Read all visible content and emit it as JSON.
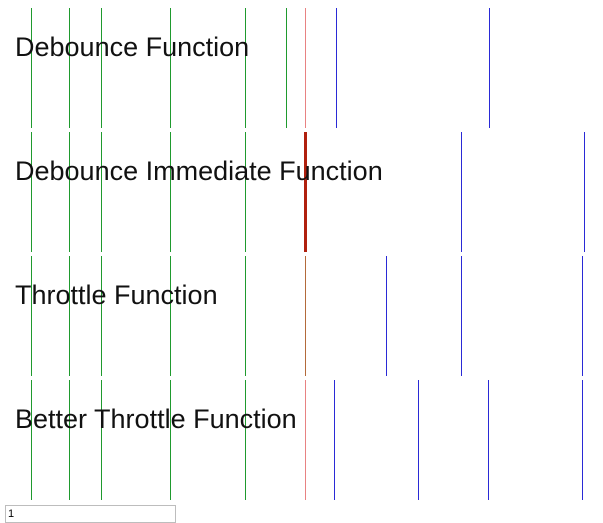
{
  "lanes": [
    {
      "label": "Debounce Function",
      "event_times": [
        31,
        69,
        101,
        170,
        245,
        286
      ],
      "fire_times": [
        336,
        489
      ],
      "marker_time": 305,
      "marker_style": "normal"
    },
    {
      "label": "Debounce Immediate Function",
      "event_times": [
        31,
        69,
        101,
        170,
        245
      ],
      "fire_times": [
        461,
        584
      ],
      "marker_time": 305,
      "marker_style": "strong"
    },
    {
      "label": "Throttle Function",
      "event_times": [
        31,
        69,
        101,
        170,
        245
      ],
      "fire_times": [
        386,
        461,
        582
      ],
      "marker_time": 305,
      "marker_style": "mid"
    },
    {
      "label": "Better Throttle Function",
      "event_times": [
        31,
        69,
        101,
        170,
        245
      ],
      "fire_times": [
        334,
        418,
        488,
        582
      ],
      "marker_time": 305,
      "marker_style": "normal"
    }
  ],
  "frequency_input": {
    "value": "1"
  },
  "colors": {
    "event": "#1f9a2e",
    "fire": "#2a2ad6",
    "marker": "#e88282",
    "marker_strong": "#b0200e"
  }
}
